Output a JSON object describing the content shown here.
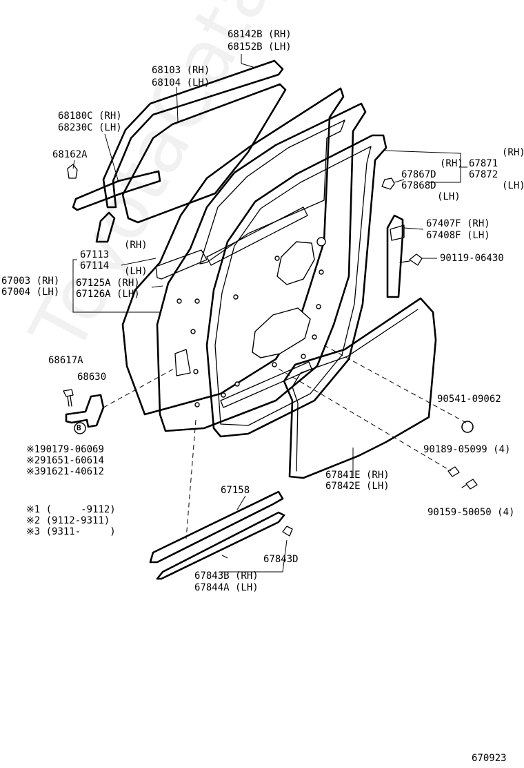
{
  "diagram": {
    "watermark": "ToyotaCatalog.ru",
    "figure_number": "670923",
    "labels": {
      "p68142b": "68142B (RH)",
      "p68152b": "68152B (LH)",
      "p68103": "68103 (RH)",
      "p68104": "68104 (LH)",
      "p68180c": "68180C (RH)",
      "p68230c": "68230C (LH)",
      "p68162a": "68162A",
      "rh_67871": "(RH)",
      "p67871": "67871",
      "p67872": "67872",
      "lh_67872": "(LH)",
      "rh_67867": "(RH)",
      "p67867d": "67867D",
      "p67868d": "67868D",
      "lh_67868": "(LH)",
      "p67407f": "67407F (RH)",
      "p67408f": "67408F (LH)",
      "p90119": "90119-06430",
      "p67113": "67113",
      "rh_67113": "(RH)",
      "p67114": "67114",
      "lh_67114": "(LH)",
      "p67003": "67003 (RH)",
      "p67004": "67004 (LH)",
      "p67125a": "67125A (RH)",
      "p67126a": "67126A (LH)",
      "p68617a": "68617A",
      "p68630": "68630",
      "circle_b": "B",
      "v190179": "※190179-06069",
      "v291651": "※291651-60614",
      "v391621": "※391621-40612",
      "p90541": "90541-09062",
      "p90189": "90189-05099 (4)",
      "p67841e": "67841E (RH)",
      "p67842e": "67842E (LH)",
      "p90159": "90159-50050 (4)",
      "p67158": "67158",
      "n1": "※1 (     -9112)",
      "n2": "※2 (9112-9311)",
      "n3": "※3 (9311-     )",
      "p67843d": "67843D",
      "p67843b": "67843B (RH)",
      "p67844a": "67844A (LH)"
    }
  }
}
